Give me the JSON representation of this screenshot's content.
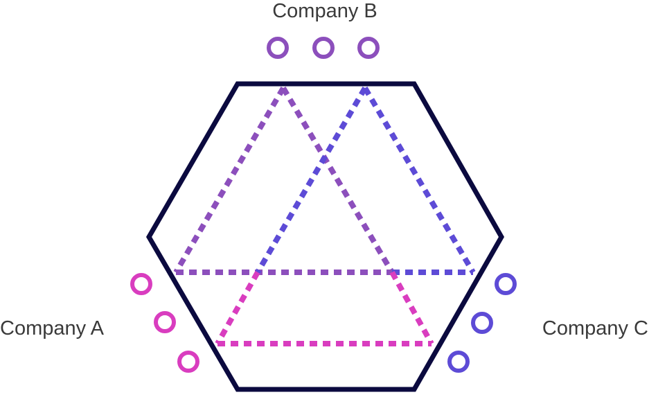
{
  "labels": {
    "company_a": "Company A",
    "company_b": "Company B",
    "company_c": "Company C"
  },
  "colors": {
    "hexagon": "#0b0a3f",
    "company_a": "#d93dbf",
    "company_b": "#8c4fbc",
    "company_c": "#5d4bd6",
    "text": "#3a3a3a"
  }
}
